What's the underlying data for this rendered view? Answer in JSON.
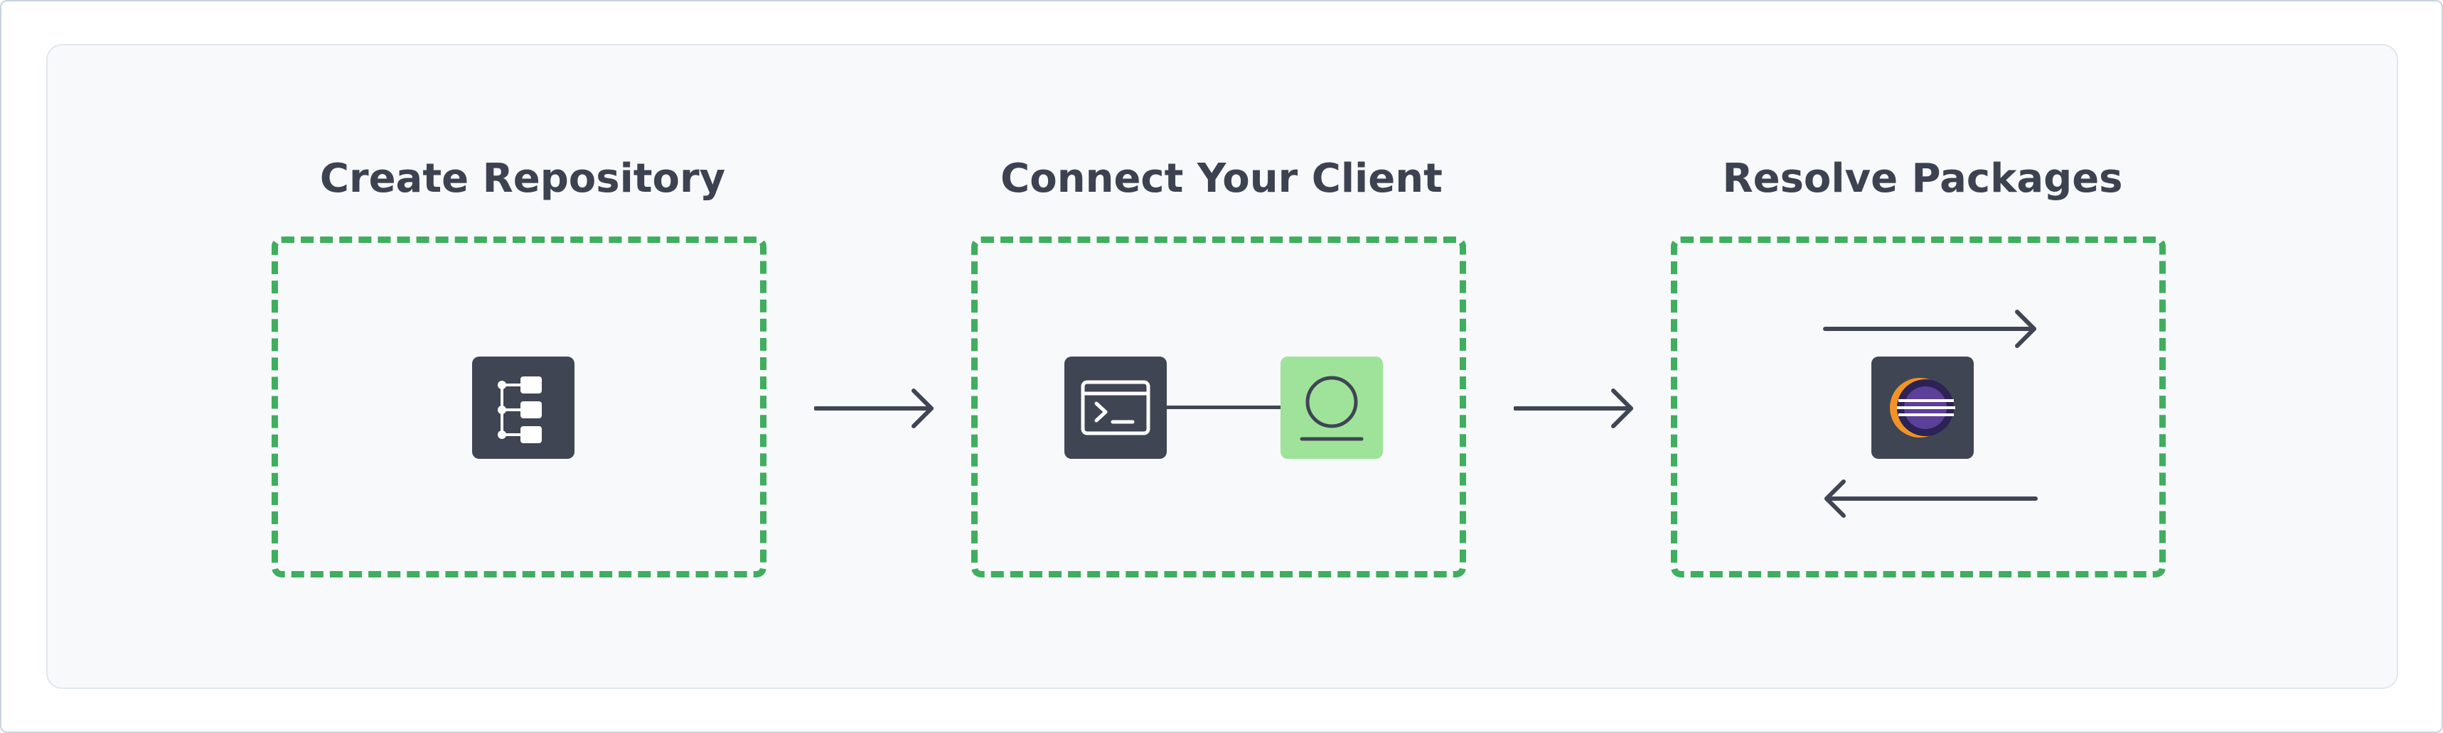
{
  "steps": [
    {
      "title": "Create Repository",
      "icon": "repository-tree-icon"
    },
    {
      "title": "Connect Your Client",
      "icons": [
        "terminal-icon",
        "user-icon"
      ]
    },
    {
      "title": "Resolve Packages",
      "icon": "eclipse-icon"
    }
  ],
  "colors": {
    "accent_dashed_border": "#3fae5e",
    "tile_dark": "#3f4553",
    "tile_green": "#9fe39a",
    "panel_background": "#f7f9fb",
    "text": "#3c4250"
  },
  "flow_arrows": [
    "step-1-to-step-2",
    "step-2-to-step-3"
  ]
}
